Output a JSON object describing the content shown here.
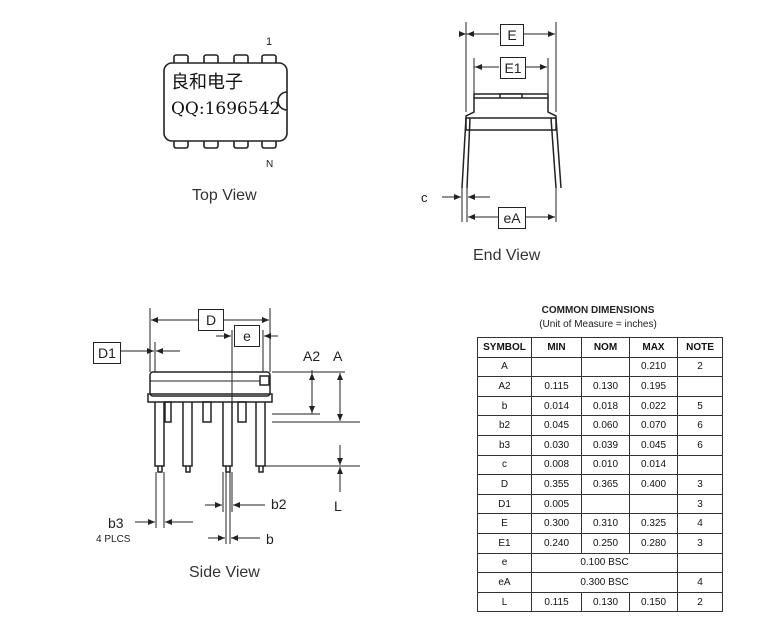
{
  "top_view": {
    "title": "Top View",
    "pin1_label": "1",
    "pinN_label": "N",
    "chip_line1": "良和电子",
    "chip_line2": "QQ:1696542"
  },
  "end_view": {
    "title": "End View",
    "labels": {
      "E": "E",
      "E1": "E1",
      "c": "c",
      "eA": "eA"
    }
  },
  "side_view": {
    "title": "Side View",
    "labels": {
      "D": "D",
      "e": "e",
      "D1": "D1",
      "A2": "A2",
      "A": "A",
      "L": "L",
      "b2": "b2",
      "b3": "b3",
      "b3_note": "4 PLCS",
      "b": "b"
    }
  },
  "dimensions_table": {
    "title": "COMMON DIMENSIONS",
    "subtitle": "(Unit of Measure = inches)",
    "headers": [
      "SYMBOL",
      "MIN",
      "NOM",
      "MAX",
      "NOTE"
    ],
    "rows": [
      {
        "symbol": "A",
        "min": "",
        "nom": "",
        "max": "0.210",
        "note": "2"
      },
      {
        "symbol": "A2",
        "min": "0.115",
        "nom": "0.130",
        "max": "0.195",
        "note": ""
      },
      {
        "symbol": "b",
        "min": "0.014",
        "nom": "0.018",
        "max": "0.022",
        "note": "5"
      },
      {
        "symbol": "b2",
        "min": "0.045",
        "nom": "0.060",
        "max": "0.070",
        "note": "6"
      },
      {
        "symbol": "b3",
        "min": "0.030",
        "nom": "0.039",
        "max": "0.045",
        "note": "6"
      },
      {
        "symbol": "c",
        "min": "0.008",
        "nom": "0.010",
        "max": "0.014",
        "note": ""
      },
      {
        "symbol": "D",
        "min": "0.355",
        "nom": "0.365",
        "max": "0.400",
        "note": "3"
      },
      {
        "symbol": "D1",
        "min": "0.005",
        "nom": "",
        "max": "",
        "note": "3"
      },
      {
        "symbol": "E",
        "min": "0.300",
        "nom": "0.310",
        "max": "0.325",
        "note": "4"
      },
      {
        "symbol": "E1",
        "min": "0.240",
        "nom": "0.250",
        "max": "0.280",
        "note": "3"
      },
      {
        "symbol": "e",
        "span": "0.100 BSC",
        "note": ""
      },
      {
        "symbol": "eA",
        "span": "0.300 BSC",
        "note": "4"
      },
      {
        "symbol": "L",
        "min": "0.115",
        "nom": "0.130",
        "max": "0.150",
        "note": "2"
      }
    ]
  }
}
